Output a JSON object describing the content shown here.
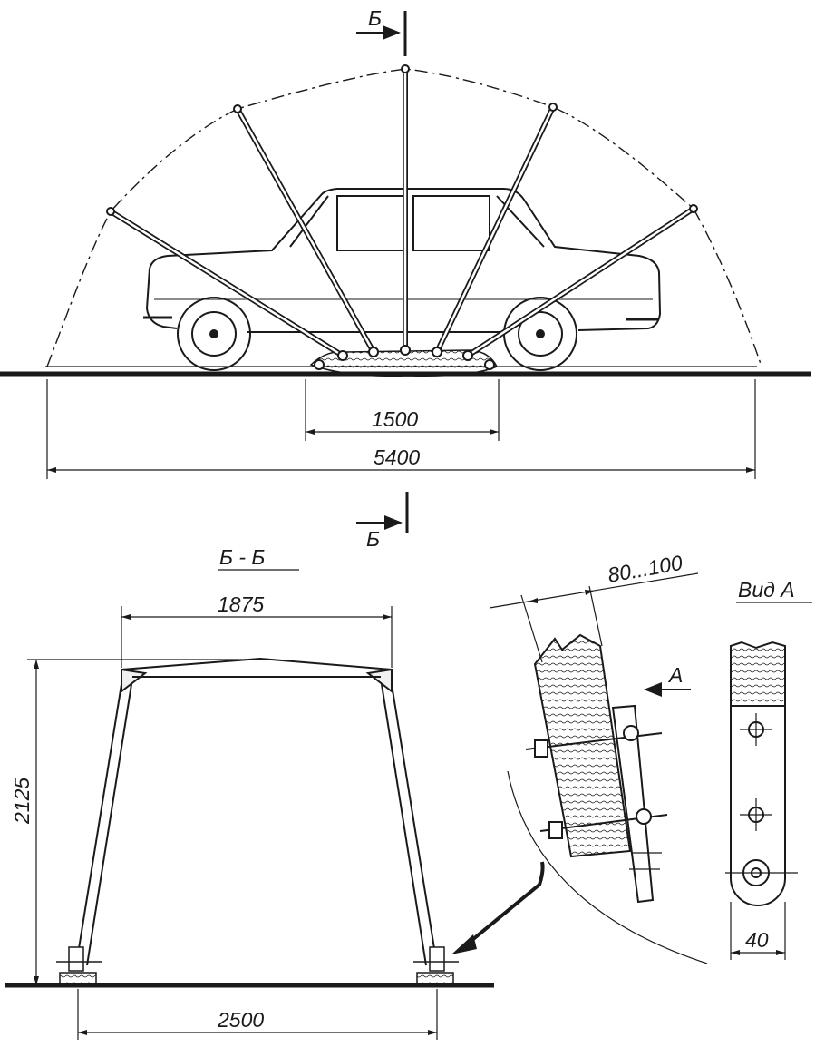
{
  "section_marker": {
    "letter_top": "Б",
    "letter_bottom": "Б"
  },
  "dimensions": {
    "tent_base": "1500",
    "total_length": "5400",
    "frame_width": "1875",
    "frame_height": "2125",
    "frame_base": "2500",
    "plank_width": "80...100",
    "bracket_width": "40"
  },
  "labels": {
    "section_title": "Б - Б",
    "view_title": "Вид А",
    "view_arrow_letter": "А"
  },
  "colors": {
    "ink": "#1a1a1a",
    "paper": "#ffffff"
  }
}
